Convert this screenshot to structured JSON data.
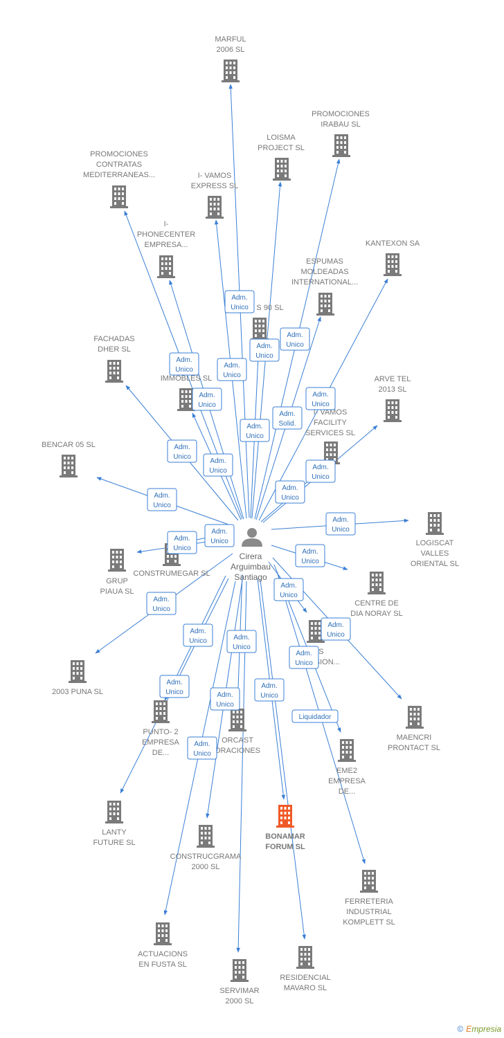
{
  "center": {
    "lines": [
      "Cirera",
      "Arguimbau",
      "Santiago"
    ]
  },
  "companies": [
    {
      "id": "marful",
      "lines": [
        "MARFUL",
        "2006 SL"
      ]
    },
    {
      "id": "promociones-irabau",
      "lines": [
        "PROMOCIONES",
        "IRABAU SL"
      ]
    },
    {
      "id": "loisma",
      "lines": [
        "LOISMA",
        "PROJECT SL"
      ]
    },
    {
      "id": "promociones-contratas",
      "lines": [
        "PROMOCIONES",
        "CONTRATAS",
        "MEDITERRANEAS..."
      ]
    },
    {
      "id": "i-vamos-express",
      "lines": [
        "I- VAMOS",
        "EXPRESS SL"
      ]
    },
    {
      "id": "i-phonecenter",
      "lines": [
        "I-",
        "PHONECENTER",
        "EMPRESA..."
      ]
    },
    {
      "id": "kantexon",
      "lines": [
        "KANTEXON SA"
      ]
    },
    {
      "id": "espumas",
      "lines": [
        "ESPUMAS",
        "MOLDEADAS",
        "INTERNATIONAL..."
      ]
    },
    {
      "id": "s90",
      "lines": [
        "S 90 SL"
      ]
    },
    {
      "id": "fachadas",
      "lines": [
        "FACHADAS",
        "DHER SL"
      ]
    },
    {
      "id": "immobles",
      "lines": [
        "IMMOBLES SL"
      ]
    },
    {
      "id": "arve-tel",
      "lines": [
        "ARVE TEL",
        "2013  SL"
      ]
    },
    {
      "id": "i-vamos-facility",
      "lines": [
        "I- VAMOS",
        "FACILITY",
        "SERVICES  SL"
      ]
    },
    {
      "id": "bencar",
      "lines": [
        "BENCAR 05 SL"
      ]
    },
    {
      "id": "logiscat",
      "lines": [
        "LOGISCAT",
        "VALLES",
        "ORIENTAL SL"
      ]
    },
    {
      "id": "construmegar",
      "lines": [
        "CONSTRUMEGAR SL"
      ]
    },
    {
      "id": "grup-piaua",
      "lines": [
        "GRUP",
        "PIAUA  SL"
      ]
    },
    {
      "id": "centre-de-dia",
      "lines": [
        "CENTRE DE",
        "DIA NORAY  SL"
      ]
    },
    {
      "id": "sos-inversion",
      "lines": [
        "SOS",
        "INVERSION..."
      ]
    },
    {
      "id": "2003-puna",
      "lines": [
        "2003 PUNA SL"
      ]
    },
    {
      "id": "punto-2",
      "lines": [
        "PUNTO- 2",
        "EMPRESA",
        "DE..."
      ]
    },
    {
      "id": "orcast",
      "lines": [
        "ORCAST",
        "ORACIONES"
      ]
    },
    {
      "id": "maencri",
      "lines": [
        "MAENCRI",
        "PRONTACT  SL"
      ]
    },
    {
      "id": "eme2",
      "lines": [
        "EME2",
        "EMPRESA",
        "DE..."
      ]
    },
    {
      "id": "lanty",
      "lines": [
        "LANTY",
        "FUTURE SL"
      ]
    },
    {
      "id": "bonamar",
      "lines": [
        "BONAMAR",
        "FORUM  SL"
      ]
    },
    {
      "id": "construcgrama",
      "lines": [
        "CONSTRUCGRAMA",
        "2000 SL"
      ]
    },
    {
      "id": "ferreteria",
      "lines": [
        "FERRETERIA",
        "INDUSTRIAL",
        "KOMPLETT SL"
      ]
    },
    {
      "id": "actuacions",
      "lines": [
        "ACTUACIONS",
        "EN FUSTA  SL"
      ]
    },
    {
      "id": "servimar",
      "lines": [
        "SERVIMAR",
        "2000 SL"
      ]
    },
    {
      "id": "residencial",
      "lines": [
        "RESIDENCIAL",
        "MAVARO SL"
      ]
    }
  ],
  "badges": [
    {
      "lines": [
        "Adm.",
        "Unico"
      ]
    },
    {
      "lines": [
        "Adm.",
        "Unico"
      ]
    },
    {
      "lines": [
        "Adm.",
        "Unico"
      ]
    },
    {
      "lines": [
        "Adm.",
        "Unico"
      ]
    },
    {
      "lines": [
        "Adm.",
        "Unico"
      ]
    },
    {
      "lines": [
        "Adm.",
        "Unico"
      ]
    },
    {
      "lines": [
        "Adm.",
        "Unico"
      ]
    },
    {
      "lines": [
        "Adm.",
        "Unico"
      ]
    },
    {
      "lines": [
        "Adm.",
        "Solid."
      ]
    },
    {
      "lines": [
        "Adm.",
        "Unico"
      ]
    },
    {
      "lines": [
        "Adm.",
        "Unico"
      ]
    },
    {
      "lines": [
        "Adm.",
        "Unico"
      ]
    },
    {
      "lines": [
        "Adm.",
        "Unico"
      ]
    },
    {
      "lines": [
        "Adm.",
        "Unico"
      ]
    },
    {
      "lines": [
        "Adm.",
        "Unico"
      ]
    },
    {
      "lines": [
        "Adm.",
        "Unico"
      ]
    },
    {
      "lines": [
        "Adm.",
        "Unico"
      ]
    },
    {
      "lines": [
        "Adm.",
        "Unico"
      ]
    },
    {
      "lines": [
        "Adm.",
        "Unico"
      ]
    },
    {
      "lines": [
        "Adm.",
        "Unico"
      ]
    },
    {
      "lines": [
        "Adm.",
        "Unico"
      ]
    },
    {
      "lines": [
        "Adm.",
        "Unico"
      ]
    },
    {
      "lines": [
        "Adm.",
        "Unico"
      ]
    },
    {
      "lines": [
        "Adm.",
        "Unico"
      ]
    },
    {
      "lines": [
        "Adm.",
        "Unico"
      ]
    },
    {
      "lines": [
        "Liquidador"
      ]
    },
    {
      "lines": [
        "Adm.",
        "Unico"
      ]
    },
    {
      "lines": [
        "Adm.",
        "Unico"
      ]
    },
    {
      "lines": [
        "Adm.",
        "Unico"
      ]
    }
  ],
  "colors": {
    "edge": "#3a7fd5",
    "building": "#7a7a7a",
    "highlight": "#f05a28",
    "person": "#8a8a8a"
  },
  "footer": {
    "copyright": "©",
    "brand_first": "E",
    "brand_rest": "mpresia"
  }
}
